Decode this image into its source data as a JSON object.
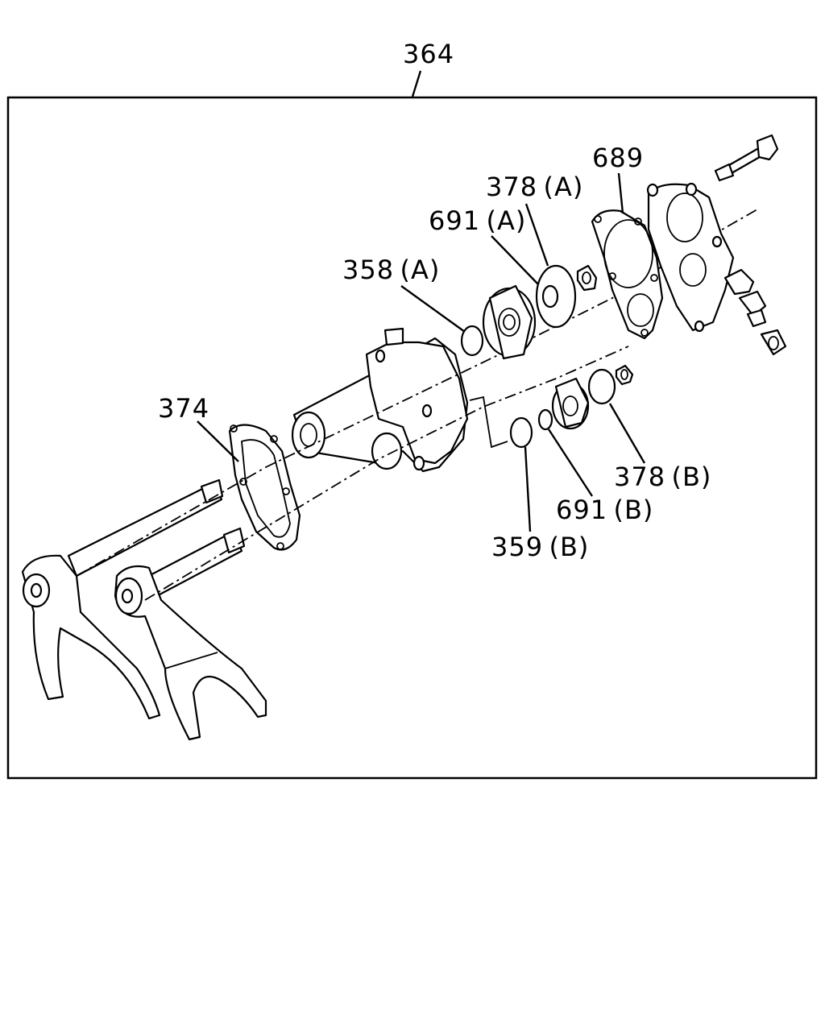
{
  "labels": {
    "assembly": "364",
    "cover_gasket": "689",
    "ring_378a": "378 (A)",
    "ring_691a": "691 (A)",
    "ring_358a": "358 (A)",
    "gasket_374": "374",
    "ring_378b": "378 (B)",
    "ring_691b": "691 (B)",
    "ring_359b": "359 (B)"
  }
}
